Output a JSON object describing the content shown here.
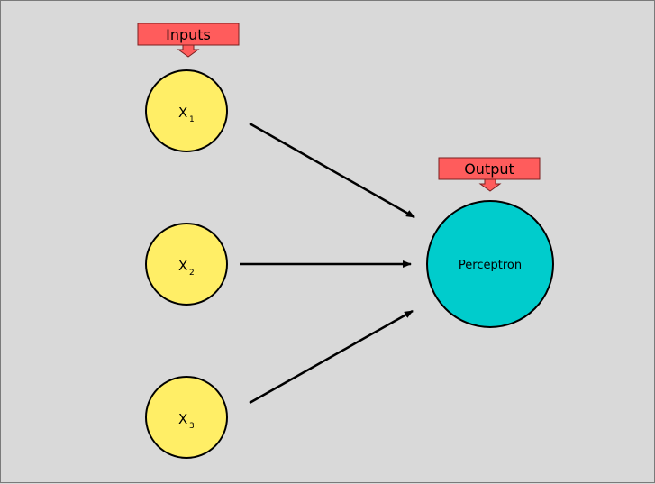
{
  "labels": {
    "inputs": "Inputs",
    "output": "Output",
    "perceptron": "Perceptron"
  },
  "inputs": [
    {
      "base": "X",
      "sub": "1"
    },
    {
      "base": "X",
      "sub": "2"
    },
    {
      "base": "X",
      "sub": "3"
    }
  ],
  "colors": {
    "background": "#d9d9d9",
    "input_fill": "#ffee66",
    "perceptron_fill": "#00cccc",
    "callout_fill": "#ff5c5c",
    "arrow": "#000000"
  }
}
